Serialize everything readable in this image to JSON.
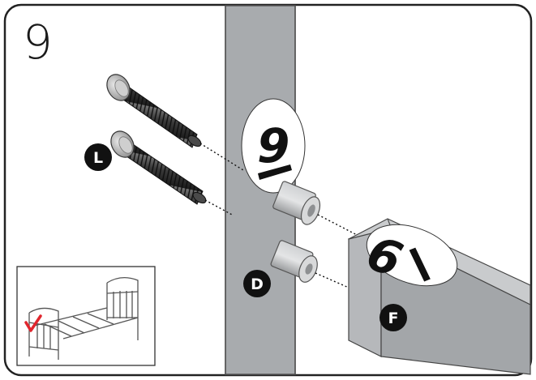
{
  "step": {
    "number": "9"
  },
  "parts": {
    "bolts_label": "L",
    "dowels_label": "D",
    "rail_label": "F"
  },
  "stickers": {
    "post_number": "9",
    "rail_number": "9"
  },
  "colors": {
    "post": "#a8abae",
    "post_shadow": "#8f9295",
    "rail_top": "#c9cbcd",
    "rail_front": "#a3a6a9",
    "rail_end": "#b6b8bb",
    "callout_fill": "#111111",
    "check_mark": "#e0262d"
  },
  "icons": {
    "thumbnail": "bed-frame-thumbnail-icon",
    "check": "check-mark-icon"
  }
}
